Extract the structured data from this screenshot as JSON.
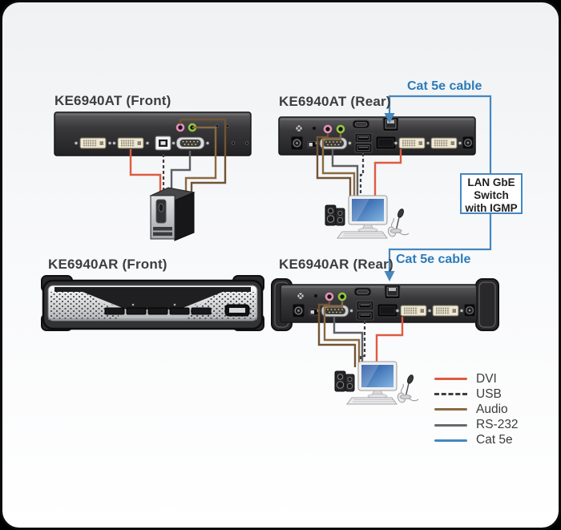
{
  "titles": {
    "at_front": "KE6940AT (Front)",
    "at_rear": "KE6940AT (Rear)",
    "ar_front": "KE6940AR (Front)",
    "ar_rear": "KE6940AR (Rear)"
  },
  "cat5e": {
    "top": "Cat 5e cable",
    "bottom": "Cat 5e cable"
  },
  "switch_box": {
    "text": "LAN GbE Switch with IGMP"
  },
  "legend": {
    "items": [
      {
        "label": "DVI",
        "color": "#df5b41",
        "style": "solid"
      },
      {
        "label": "USB",
        "color": "#3f3f41",
        "style": "dashed"
      },
      {
        "label": "Audio",
        "color": "#8a6a42",
        "style": "solid"
      },
      {
        "label": "RS-232",
        "color": "#68696c",
        "style": "solid"
      },
      {
        "label": "Cat 5e",
        "color": "#4587bf",
        "style": "solid"
      }
    ]
  },
  "colors": {
    "dvi": "#df5b41",
    "usb": "#3f3f41",
    "audio": "#8a6a42",
    "audio_dark": "#715434",
    "rs232": "#5e5f62",
    "cat5e": "#4587bf",
    "cat5e_text": "#2b7bb8"
  }
}
